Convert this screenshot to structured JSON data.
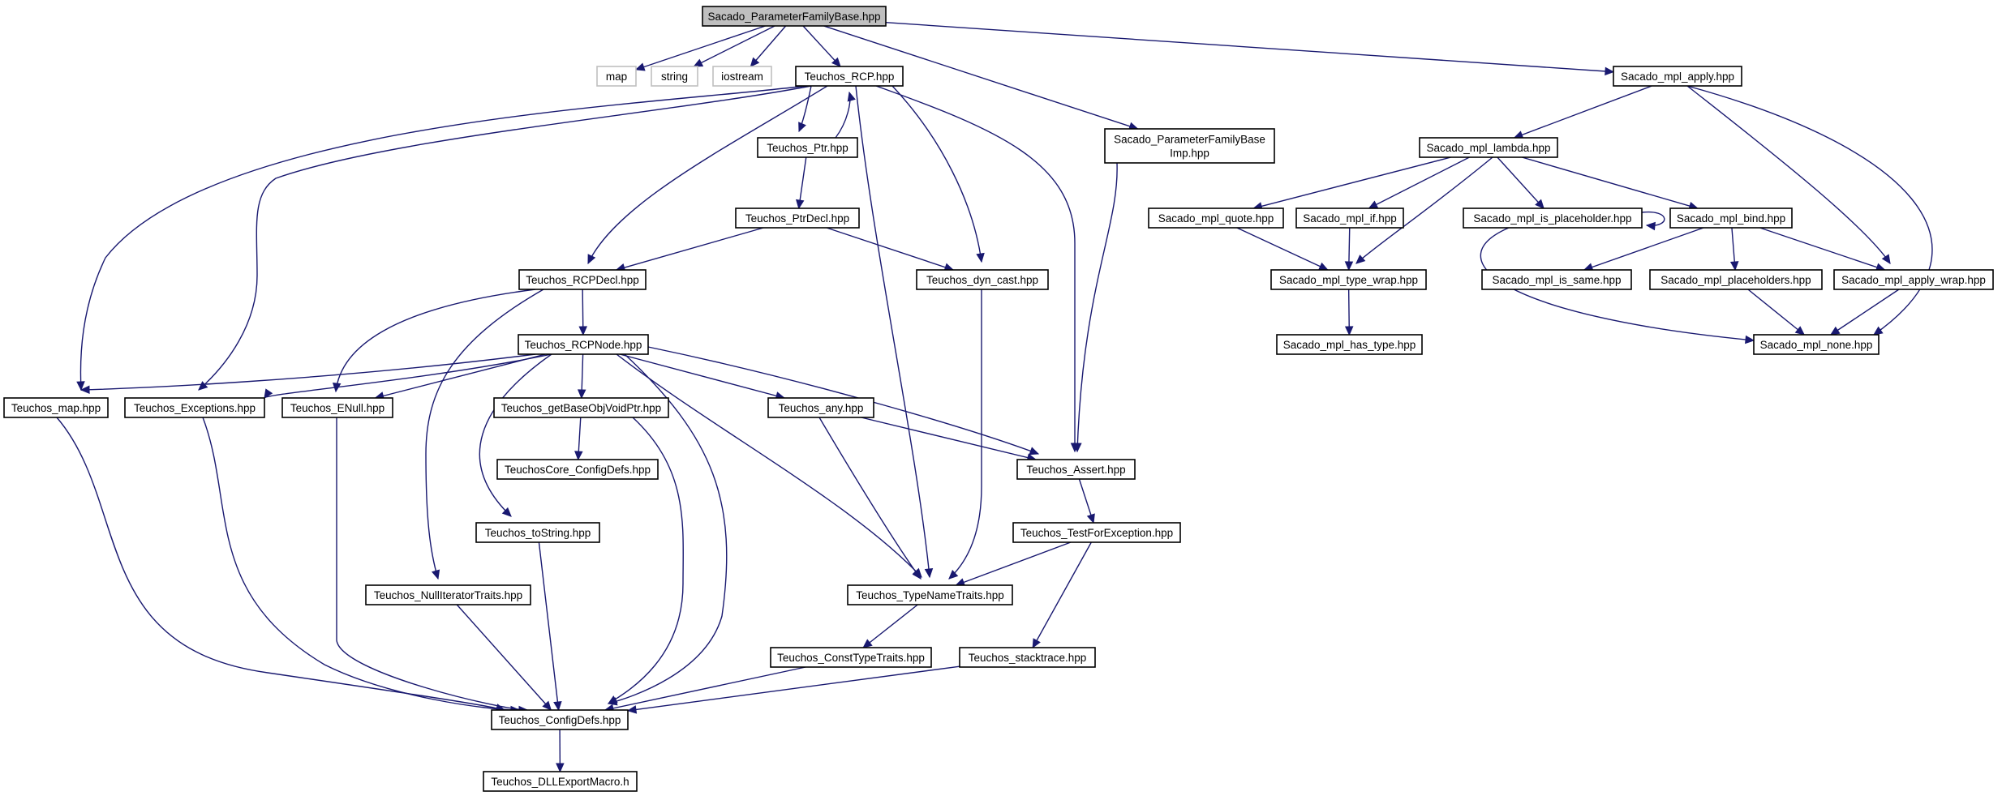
{
  "graph": {
    "edge_color": "#191970",
    "root_fill": "#bfbfbf",
    "external_border": "#bfbfbf",
    "nodes": [
      {
        "id": "root",
        "label": [
          "Sacado_ParameterFamilyBase.hpp"
        ],
        "style": "root"
      },
      {
        "id": "map",
        "label": [
          "map"
        ],
        "style": "external"
      },
      {
        "id": "string",
        "label": [
          "string"
        ],
        "style": "external"
      },
      {
        "id": "iostream",
        "label": [
          "iostream"
        ],
        "style": "external"
      },
      {
        "id": "rcp",
        "label": [
          "Teuchos_RCP.hpp"
        ]
      },
      {
        "id": "pfbimp",
        "label": [
          "Sacado_ParameterFamilyBase",
          "Imp.hpp"
        ]
      },
      {
        "id": "mplapply",
        "label": [
          "Sacado_mpl_apply.hpp"
        ]
      },
      {
        "id": "ptr",
        "label": [
          "Teuchos_Ptr.hpp"
        ]
      },
      {
        "id": "mpllambda",
        "label": [
          "Sacado_mpl_lambda.hpp"
        ]
      },
      {
        "id": "ptrdecl",
        "label": [
          "Teuchos_PtrDecl.hpp"
        ]
      },
      {
        "id": "mplquote",
        "label": [
          "Sacado_mpl_quote.hpp"
        ]
      },
      {
        "id": "mplif",
        "label": [
          "Sacado_mpl_if.hpp"
        ]
      },
      {
        "id": "mplisph",
        "label": [
          "Sacado_mpl_is_placeholder.hpp"
        ]
      },
      {
        "id": "mplbind",
        "label": [
          "Sacado_mpl_bind.hpp"
        ]
      },
      {
        "id": "rcpdecl",
        "label": [
          "Teuchos_RCPDecl.hpp"
        ]
      },
      {
        "id": "dyncast",
        "label": [
          "Teuchos_dyn_cast.hpp"
        ]
      },
      {
        "id": "mpltypewrap",
        "label": [
          "Sacado_mpl_type_wrap.hpp"
        ]
      },
      {
        "id": "mplissame",
        "label": [
          "Sacado_mpl_is_same.hpp"
        ]
      },
      {
        "id": "mplph",
        "label": [
          "Sacado_mpl_placeholders.hpp"
        ]
      },
      {
        "id": "mplapplywrap",
        "label": [
          "Sacado_mpl_apply_wrap.hpp"
        ]
      },
      {
        "id": "rcpnode",
        "label": [
          "Teuchos_RCPNode.hpp"
        ]
      },
      {
        "id": "mplhastype",
        "label": [
          "Sacado_mpl_has_type.hpp"
        ]
      },
      {
        "id": "mplnone",
        "label": [
          "Sacado_mpl_none.hpp"
        ]
      },
      {
        "id": "tmap",
        "label": [
          "Teuchos_map.hpp"
        ]
      },
      {
        "id": "texc",
        "label": [
          "Teuchos_Exceptions.hpp"
        ]
      },
      {
        "id": "tenull",
        "label": [
          "Teuchos_ENull.hpp"
        ]
      },
      {
        "id": "getbase",
        "label": [
          "Teuchos_getBaseObjVoidPtr.hpp"
        ]
      },
      {
        "id": "tany",
        "label": [
          "Teuchos_any.hpp"
        ]
      },
      {
        "id": "coreconfig",
        "label": [
          "TeuchosCore_ConfigDefs.hpp"
        ]
      },
      {
        "id": "tassert",
        "label": [
          "Teuchos_Assert.hpp"
        ]
      },
      {
        "id": "tostring",
        "label": [
          "Teuchos_toString.hpp"
        ]
      },
      {
        "id": "testforexc",
        "label": [
          "Teuchos_TestForException.hpp"
        ]
      },
      {
        "id": "nulliter",
        "label": [
          "Teuchos_NullIteratorTraits.hpp"
        ]
      },
      {
        "id": "typename",
        "label": [
          "Teuchos_TypeNameTraits.hpp"
        ]
      },
      {
        "id": "consttype",
        "label": [
          "Teuchos_ConstTypeTraits.hpp"
        ]
      },
      {
        "id": "stacktrace",
        "label": [
          "Teuchos_stacktrace.hpp"
        ]
      },
      {
        "id": "configdefs",
        "label": [
          "Teuchos_ConfigDefs.hpp"
        ]
      },
      {
        "id": "dllexport",
        "label": [
          "Teuchos_DLLExportMacro.h"
        ]
      }
    ],
    "edges": [
      [
        "root",
        "map"
      ],
      [
        "root",
        "string"
      ],
      [
        "root",
        "iostream"
      ],
      [
        "root",
        "rcp"
      ],
      [
        "root",
        "pfbimp"
      ],
      [
        "root",
        "mplapply"
      ],
      [
        "rcp",
        "ptr"
      ],
      [
        "ptr",
        "rcp"
      ],
      [
        "rcp",
        "rcpdecl"
      ],
      [
        "rcp",
        "dyncast"
      ],
      [
        "rcp",
        "tmap"
      ],
      [
        "rcp",
        "texc"
      ],
      [
        "rcp",
        "tassert"
      ],
      [
        "rcp",
        "typename"
      ],
      [
        "ptr",
        "ptrdecl"
      ],
      [
        "ptrdecl",
        "rcpdecl"
      ],
      [
        "ptrdecl",
        "dyncast"
      ],
      [
        "rcpdecl",
        "rcpnode"
      ],
      [
        "rcpdecl",
        "tenull"
      ],
      [
        "rcpdecl",
        "nulliter"
      ],
      [
        "rcpnode",
        "tmap"
      ],
      [
        "rcpnode",
        "texc"
      ],
      [
        "rcpnode",
        "tenull"
      ],
      [
        "rcpnode",
        "getbase"
      ],
      [
        "rcpnode",
        "tany"
      ],
      [
        "rcpnode",
        "tassert"
      ],
      [
        "rcpnode",
        "tostring"
      ],
      [
        "rcpnode",
        "typename"
      ],
      [
        "rcpnode",
        "configdefs"
      ],
      [
        "dyncast",
        "typename"
      ],
      [
        "pfbimp",
        "tassert"
      ],
      [
        "getbase",
        "coreconfig"
      ],
      [
        "getbase",
        "configdefs"
      ],
      [
        "tany",
        "tassert"
      ],
      [
        "tany",
        "typename"
      ],
      [
        "tassert",
        "testforexc"
      ],
      [
        "testforexc",
        "typename"
      ],
      [
        "testforexc",
        "stacktrace"
      ],
      [
        "typename",
        "consttype"
      ],
      [
        "consttype",
        "configdefs"
      ],
      [
        "stacktrace",
        "configdefs"
      ],
      [
        "tmap",
        "configdefs"
      ],
      [
        "texc",
        "configdefs"
      ],
      [
        "tenull",
        "configdefs"
      ],
      [
        "tostring",
        "configdefs"
      ],
      [
        "nulliter",
        "configdefs"
      ],
      [
        "configdefs",
        "dllexport"
      ],
      [
        "mplapply",
        "mpllambda"
      ],
      [
        "mplapply",
        "mplapplywrap"
      ],
      [
        "mplapply",
        "mplnone"
      ],
      [
        "mpllambda",
        "mplquote"
      ],
      [
        "mpllambda",
        "mplif"
      ],
      [
        "mpllambda",
        "mplisph"
      ],
      [
        "mpllambda",
        "mplbind"
      ],
      [
        "mpllambda",
        "mpltypewrap"
      ],
      [
        "mplisph",
        "mplisph"
      ],
      [
        "mplisph",
        "mplnone"
      ],
      [
        "mplquote",
        "mpltypewrap"
      ],
      [
        "mplif",
        "mpltypewrap"
      ],
      [
        "mpltypewrap",
        "mplhastype"
      ],
      [
        "mplbind",
        "mplissame"
      ],
      [
        "mplbind",
        "mplph"
      ],
      [
        "mplbind",
        "mplapplywrap"
      ],
      [
        "mplph",
        "mplnone"
      ],
      [
        "mplapplywrap",
        "mplnone"
      ]
    ]
  }
}
